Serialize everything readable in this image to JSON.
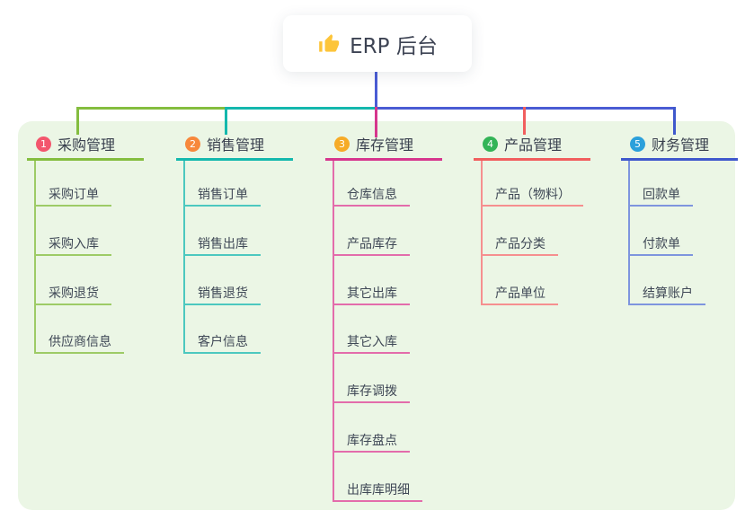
{
  "root": {
    "title": "ERP 后台",
    "icon": "thumbs-up-icon",
    "stem_color": "#4a5cd4"
  },
  "panel_color": "#ebf6e5",
  "bus_segment_colors": [
    "#84bd3f",
    "#14b8ad",
    "#4a5cd4"
  ],
  "branches": [
    {
      "num": "1",
      "title": "采购管理",
      "badge_color": "#f3566d",
      "line_color": "#84bd3f",
      "child_line_color": "#9dcb66",
      "drop_color": "#84bd3f",
      "children": [
        "采购订单",
        "采购入库",
        "采购退货",
        "供应商信息"
      ]
    },
    {
      "num": "2",
      "title": "销售管理",
      "badge_color": "#f7883c",
      "line_color": "#14b8ad",
      "child_line_color": "#4cc8bf",
      "drop_color": "#14b8ad",
      "children": [
        "销售订单",
        "销售出库",
        "销售退货",
        "客户信息"
      ]
    },
    {
      "num": "3",
      "title": "库存管理",
      "badge_color": "#f6ab27",
      "line_color": "#d6368d",
      "child_line_color": "#e36cab",
      "drop_color": "#d6368d",
      "children": [
        "仓库信息",
        "产品库存",
        "其它出库",
        "其它入库",
        "库存调拨",
        "库存盘点",
        "出库库明细"
      ]
    },
    {
      "num": "4",
      "title": "产品管理",
      "badge_color": "#33b457",
      "line_color": "#f15e5e",
      "child_line_color": "#f68f8f",
      "drop_color": "#f15e5e",
      "children": [
        "产品（物料）",
        "产品分类",
        "产品单位"
      ]
    },
    {
      "num": "5",
      "title": "财务管理",
      "badge_color": "#2ba0db",
      "line_color": "#3f58cc",
      "child_line_color": "#7e95de",
      "drop_color": "#3f58cc",
      "children": [
        "回款单",
        "付款单",
        "结算账户"
      ]
    }
  ]
}
